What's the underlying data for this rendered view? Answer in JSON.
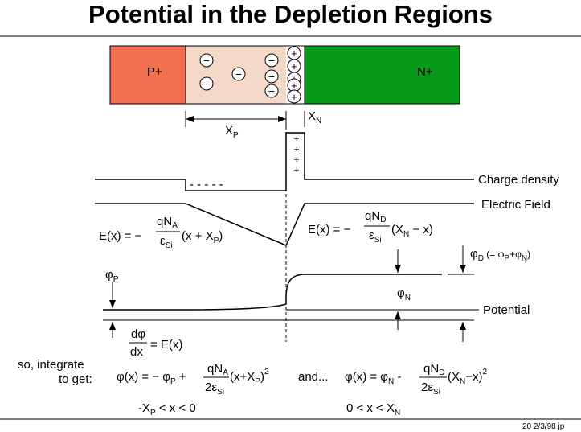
{
  "title": "Potential in the Depletion Regions",
  "device": {
    "p_label": "P+",
    "n_label": "N+",
    "colors": {
      "p_region": "#f26f4f",
      "n_region": "#0a9a1a",
      "depletion": "#f5d9c8"
    },
    "neg_ions": [
      "−",
      "−",
      "−",
      "−",
      "−",
      "−"
    ],
    "pos_ions": [
      "+",
      "+",
      "+",
      "+",
      "+"
    ]
  },
  "dims": {
    "xp": "X",
    "xp_sub": "P",
    "xn": "X",
    "xn_sub": "N"
  },
  "plots": {
    "charge_density": "Charge density",
    "electric_field": "Electric Field",
    "potential": "Potential",
    "neg_charge_marks": "-   -   -   -   -",
    "pos_charge_marks": [
      "+",
      "+",
      "+",
      "+"
    ]
  },
  "equations": {
    "ep_lhs": "E(x) = −",
    "ep_num": "qN",
    "ep_num_sub": "A",
    "ep_den": "ε",
    "ep_den_sub": "Si",
    "ep_rhs": "(x + X",
    "ep_rhs_sub": "P",
    "ep_close": ")",
    "en_lhs": "E(x) = −",
    "en_num": "qN",
    "en_num_sub": "D",
    "en_den": "ε",
    "en_den_sub": "Si",
    "en_rhs": "(X",
    "en_rhs_sub": "N",
    "en_close": " −   x)",
    "phi_d": "φ",
    "phi_d_sub": "D",
    "phi_d_eq": " (= φ",
    "phi_d_eq_sub1": "P",
    "phi_d_eq_mid": "+φ",
    "phi_d_eq_sub2": "N",
    "phi_d_eq_close": ")",
    "phi_p": "φ",
    "phi_p_sub": "P",
    "phi_n": "φ",
    "phi_n_sub": "N",
    "dphi_num": "dφ",
    "dphi_den": "dx",
    "dphi_rhs": "= E(x)",
    "integrate_1": "so, integrate",
    "integrate_2": "to get:",
    "left_sol_lhs": "φ(x) = − φ",
    "left_sol_lhs_sub": "P",
    "left_sol_plus": " +",
    "left_sol_num": "qN",
    "left_sol_num_sub": "A",
    "left_sol_den": "2ε",
    "left_sol_den_sub": "Si",
    "left_sol_rhs": "(x+X",
    "left_sol_rhs_sub": "P",
    "left_sol_close": ")",
    "left_sol_exp": "2",
    "and": "and...",
    "right_sol_lhs": "φ(x) = φ",
    "right_sol_lhs_sub": "N",
    "right_sol_minus": " -",
    "right_sol_num": "qN",
    "right_sol_num_sub": "D",
    "right_sol_den": "2ε",
    "right_sol_den_sub": "Si",
    "right_sol_rhs": "(X",
    "right_sol_rhs_sub": "N",
    "right_sol_close": "−x)",
    "right_sol_exp": "2",
    "left_range": "-X",
    "left_range_sub": "P",
    "left_range_rest": " < x < 0",
    "right_range": "0 < x < X",
    "right_range_sub": "N"
  },
  "footer": "20   2/3/98  jp"
}
